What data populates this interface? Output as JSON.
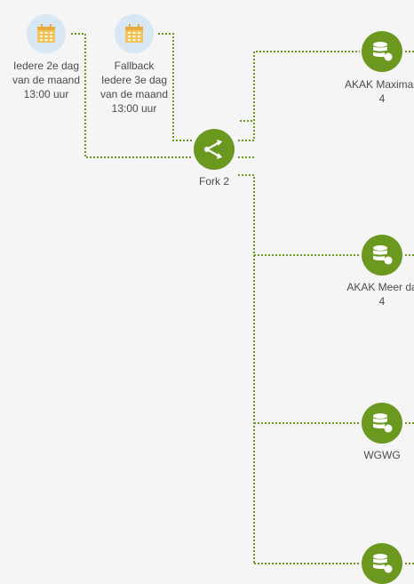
{
  "schedules": [
    {
      "lines": [
        "Iedere 2e dag",
        "van de maand",
        "13:00 uur"
      ],
      "icon": "calendar-icon"
    },
    {
      "lines": [
        "Fallback",
        "Iedere 3e dag",
        "van de maand",
        "13:00 uur"
      ],
      "icon": "calendar-icon"
    }
  ],
  "fork": {
    "label": "Fork 2",
    "icon": "fork-icon"
  },
  "activities": [
    {
      "lines": [
        "AKAK Maximaa",
        "4"
      ],
      "icon": "database-icon"
    },
    {
      "lines": [
        "AKAK Meer da",
        "4"
      ],
      "icon": "database-icon"
    },
    {
      "lines": [
        "WGWG"
      ],
      "icon": "database-icon"
    },
    {
      "lines": [],
      "icon": "database-icon"
    }
  ],
  "colors": {
    "accent": "#6b981f",
    "schedule_bg": "#d7e7f3",
    "calendar": "#f2c35c",
    "text": "#4b4b4b",
    "background": "#f5f5f5"
  }
}
